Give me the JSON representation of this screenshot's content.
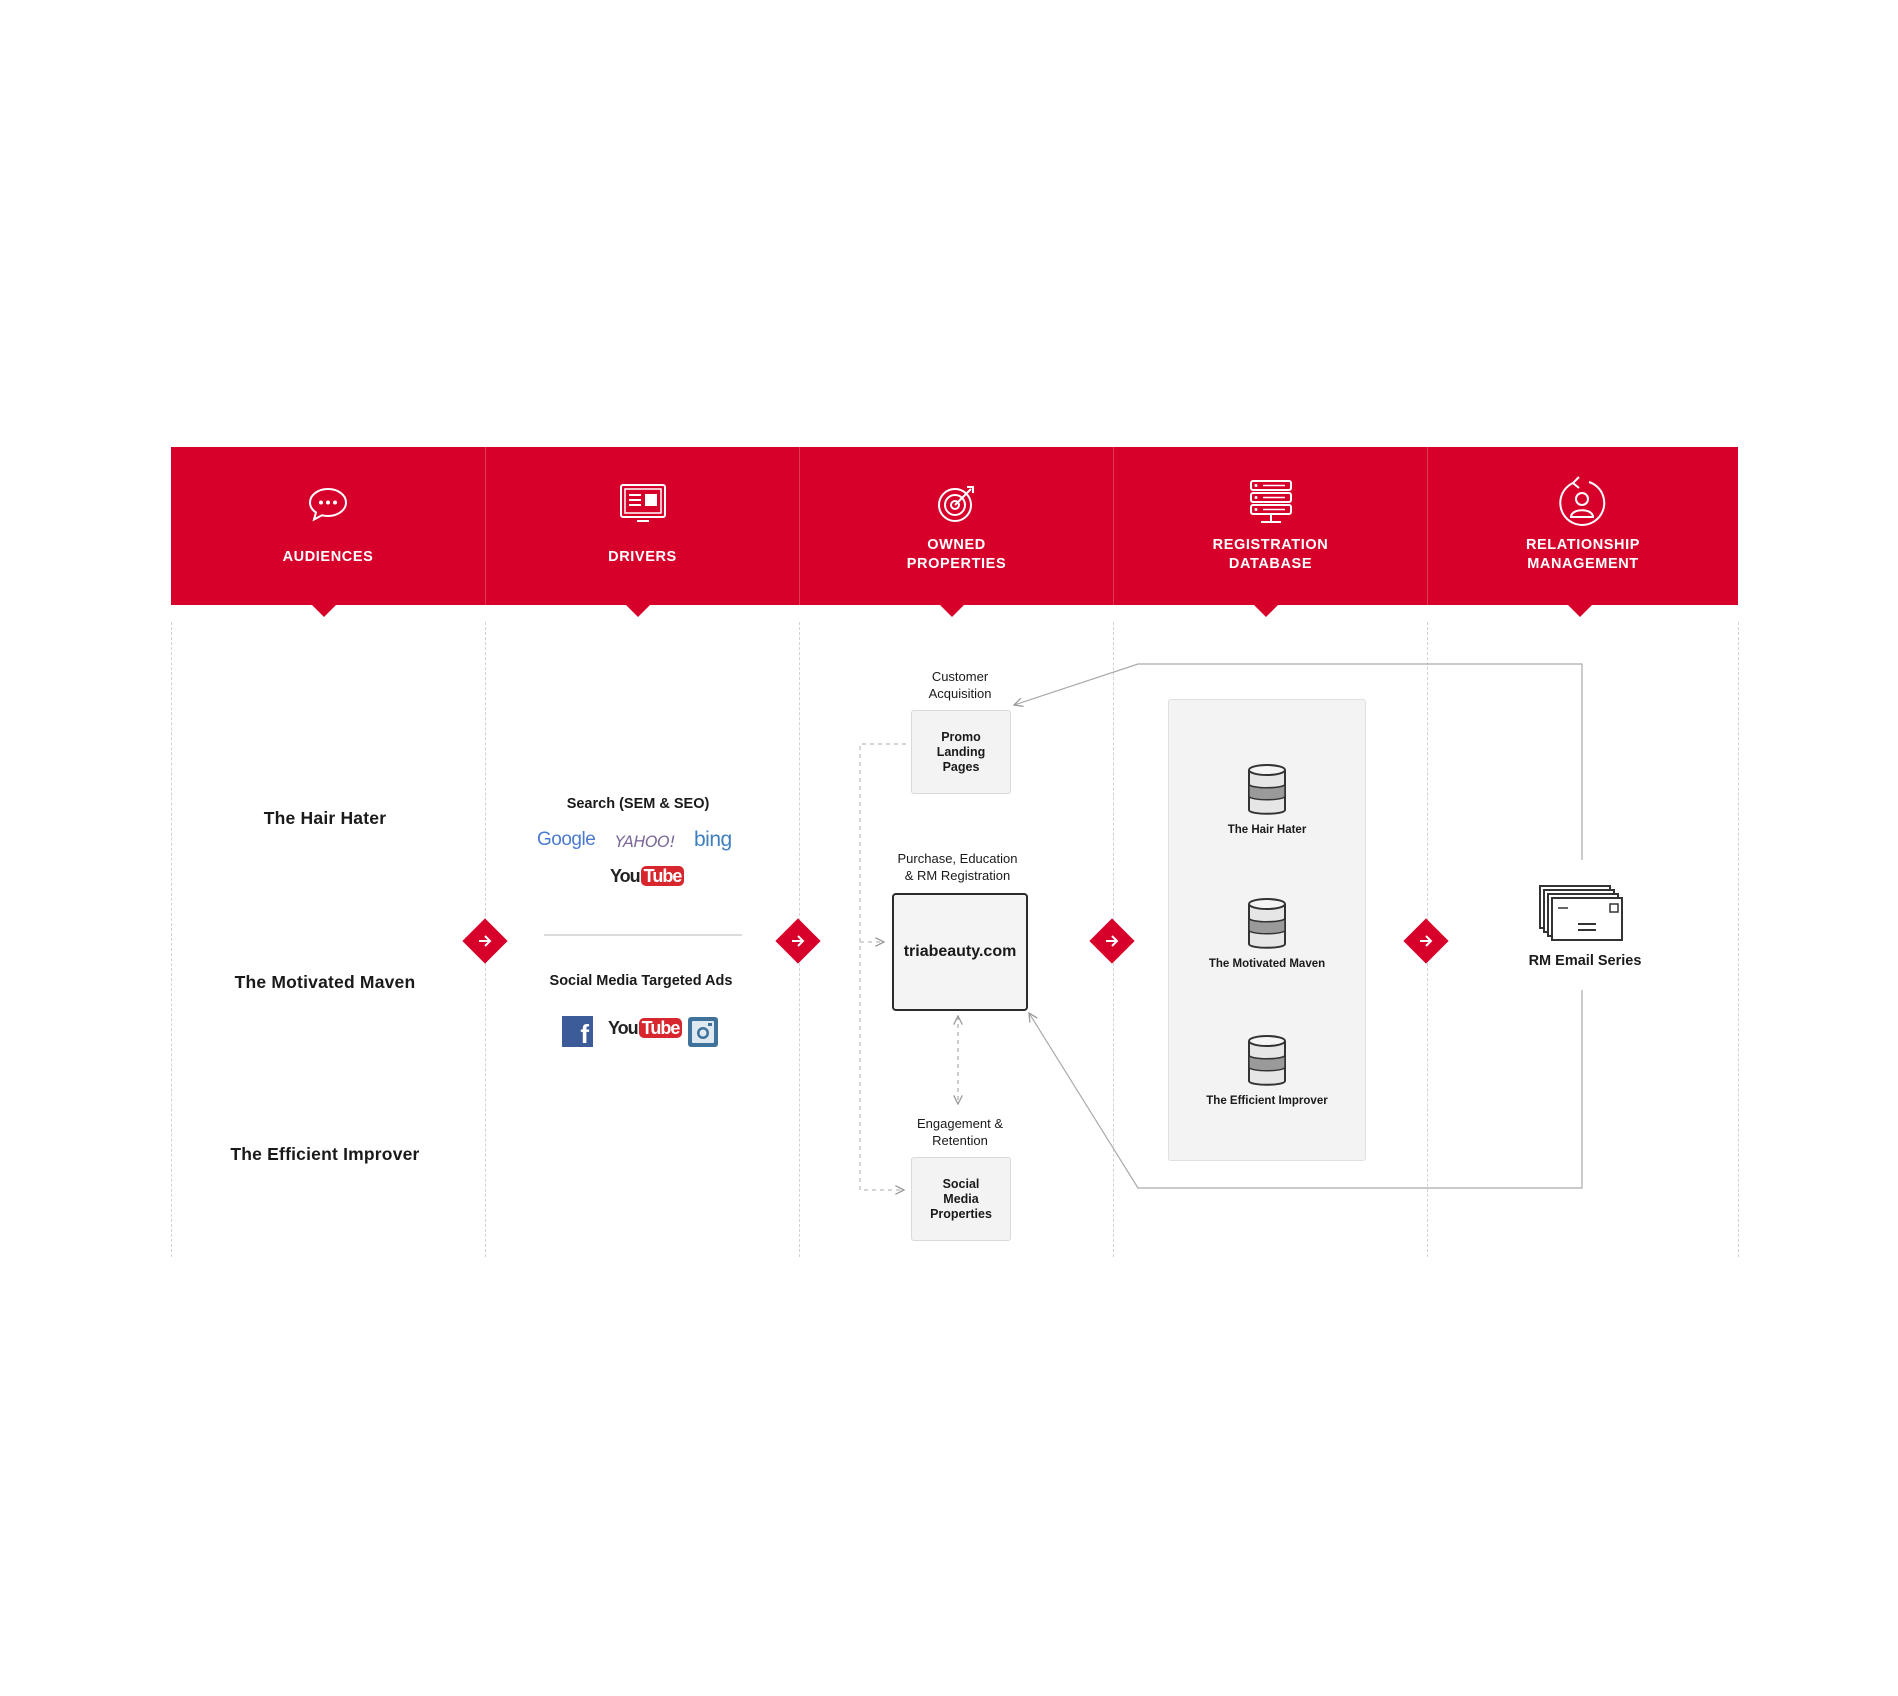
{
  "header": {
    "columns": [
      {
        "label_lines": [
          "AUDIENCES"
        ],
        "icon": "chat-bubble-icon"
      },
      {
        "label_lines": [
          "DRIVERS"
        ],
        "icon": "browser-window-icon"
      },
      {
        "label_lines": [
          "OWNED",
          "PROPERTIES"
        ],
        "icon": "target-icon"
      },
      {
        "label_lines": [
          "REGISTRATION",
          "DATABASE"
        ],
        "icon": "server-stack-icon"
      },
      {
        "label_lines": [
          "RELATIONSHIP",
          "MANAGEMENT"
        ],
        "icon": "user-cycle-icon"
      }
    ],
    "color": "#d7002b"
  },
  "audiences": [
    "The Hair Hater",
    "The Motivated Maven",
    "The Efficient Improver"
  ],
  "drivers": {
    "search_title": "Search (SEM & SEO)",
    "search_logos": {
      "google": "Google",
      "yahoo": "YAHOO!",
      "bing": "bing",
      "youtube_you": "You",
      "youtube_tube": "Tube"
    },
    "social_title": "Social Media Targeted Ads",
    "social_logos": {
      "facebook": "f",
      "youtube_you": "You",
      "youtube_tube": "Tube",
      "instagram": "instagram-icon"
    }
  },
  "owned": {
    "acquisition_label_lines": [
      "Customer",
      "Acquisition"
    ],
    "promo_lines": [
      "Promo",
      "Landing",
      "Pages"
    ],
    "purchase_label_lines": [
      "Purchase, Education",
      "& RM Registration"
    ],
    "main_site": "triabeauty.com",
    "engagement_label_lines": [
      "Engagement &",
      "Retention"
    ],
    "social_lines": [
      "Social",
      "Media",
      "Properties"
    ]
  },
  "database": {
    "segments": [
      "The Hair Hater",
      "The Motivated Maven",
      "The Efficient Improver"
    ]
  },
  "relationship": {
    "email_label": "RM Email Series"
  }
}
